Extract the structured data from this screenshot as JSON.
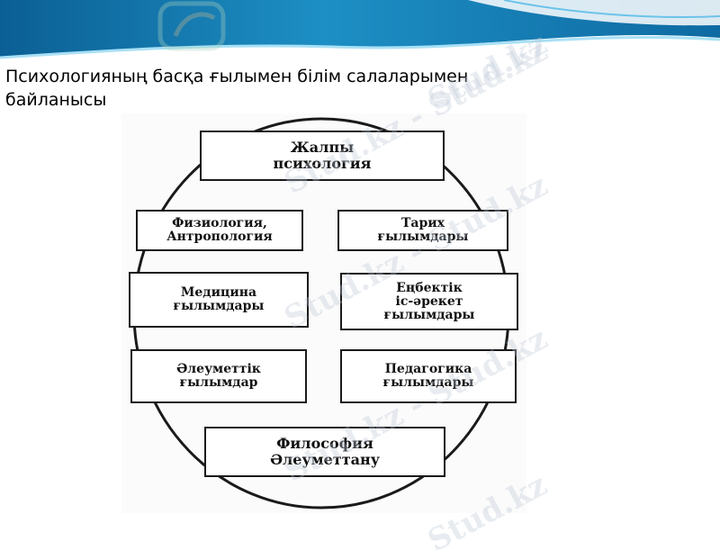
{
  "slide": {
    "title_line1": "Психологияның басқа ғылымен білім салаларымен",
    "title_line2": "байланысы"
  },
  "diagram": {
    "center": {
      "line1": "Жалпы",
      "line2": "психология"
    },
    "left": [
      {
        "line1": "Физиология,",
        "line2": "Антропология"
      },
      {
        "line1": "Медицина",
        "line2": "ғылымдары"
      },
      {
        "line1": "Әлеуметтік",
        "line2": "ғылымдар"
      }
    ],
    "right": [
      {
        "line1": "Тарих",
        "line2": "ғылымдары"
      },
      {
        "line1": "Еңбектік",
        "line2": "іс-әрекет",
        "line3": "ғылымдары"
      },
      {
        "line1": "Педагогика",
        "line2": "ғылымдары"
      }
    ],
    "bottom": {
      "line1": "Философия",
      "line2": "Әлеуметтану"
    }
  },
  "watermark": {
    "text": "Stud.kz"
  },
  "colors": {
    "header_dark": "#0f6fa8",
    "header_light": "#8fd3f0",
    "outline": "#1a1a1a"
  }
}
